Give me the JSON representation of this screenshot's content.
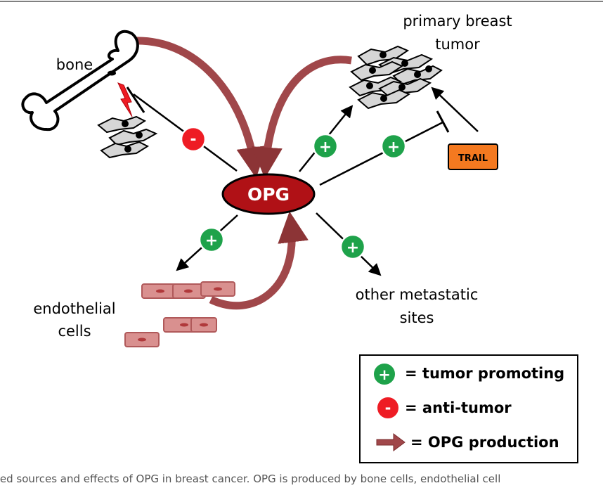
{
  "diagram": {
    "center": "OPG",
    "nodes": {
      "bone": "bone",
      "tumor_line1": "primary breast",
      "tumor_line2": "tumor",
      "endothelial_line1": "endothelial",
      "endothelial_line2": "cells",
      "metastatic_line1": "other metastatic",
      "metastatic_line2": "sites",
      "trail": "TRAIL"
    },
    "signs": {
      "plus": "+",
      "minus": "-"
    }
  },
  "legend": {
    "promoting": "= tumor promoting",
    "anti": "= anti-tumor",
    "production": "= OPG production"
  },
  "caption": "ted sources and effects of OPG in breast cancer. OPG is produced by bone cells, endothelial cell",
  "colors": {
    "opg_fill": "#b01116",
    "production_arrow": "#a0474a",
    "plus_green": "#1ea24a",
    "minus_red": "#ee1c24",
    "trail_orange": "#f47920",
    "endothelial_fill": "#d9908f",
    "lightning_red": "#ee1c24"
  }
}
